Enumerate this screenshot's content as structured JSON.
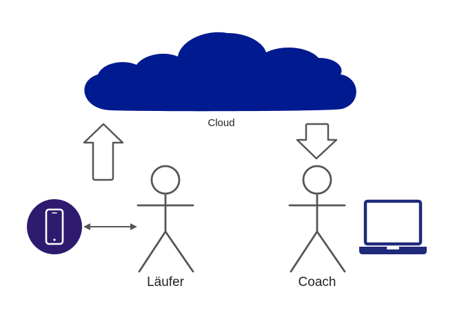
{
  "cloud": {
    "label": "Cloud",
    "color": "#001a8f"
  },
  "actors": {
    "runner": {
      "label": "Läufer"
    },
    "coach": {
      "label": "Coach"
    },
    "stroke_color": "#555555"
  },
  "arrows": {
    "up_arrow": {
      "direction": "up"
    },
    "down_arrow": {
      "direction": "down"
    },
    "sync_arrow": {
      "direction": "bidirectional"
    },
    "stroke_color": "#555555"
  },
  "devices": {
    "phone": {
      "icon": "smartphone-icon",
      "background": "#2e1a6e"
    },
    "laptop": {
      "icon": "laptop-icon",
      "color": "#1f2a7a"
    }
  }
}
